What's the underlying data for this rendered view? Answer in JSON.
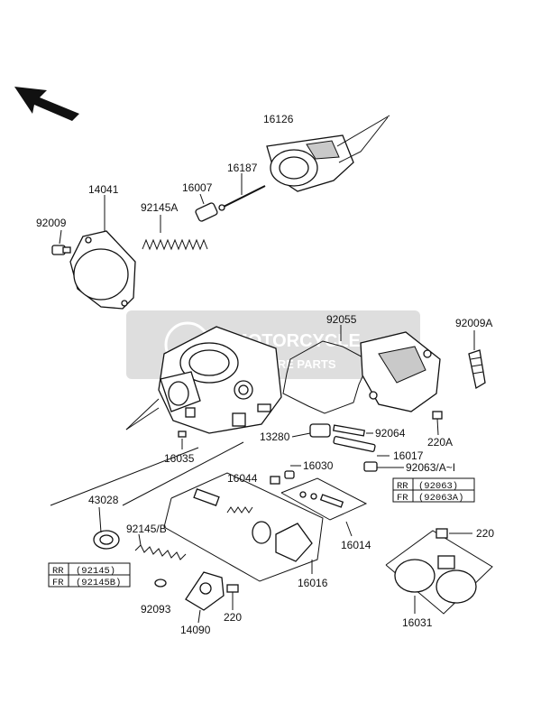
{
  "watermark": {
    "text_main": "MOTORCYCLE",
    "text_sub": "SPARE PARTS"
  },
  "labels": {
    "p16126": "16126",
    "p16187": "16187",
    "p16007": "16007",
    "p92145A": "92145A",
    "p14041": "14041",
    "p92009": "92009",
    "p92055": "92055",
    "p92009A": "92009A",
    "p92064": "92064",
    "p13280": "13280",
    "p220A": "220A",
    "p16017": "16017",
    "p16035": "16035",
    "p16030": "16030",
    "p92063": "92063/A~I",
    "p16044": "16044",
    "p43028": "43028",
    "p92145B": "92145/B",
    "p16014": "16014",
    "p220a": "220",
    "p16016": "16016",
    "p92093": "92093",
    "p220b": "220",
    "p14090": "14090",
    "p16031": "16031"
  },
  "variant_table_right": [
    {
      "model": "RR",
      "part": "(92063)"
    },
    {
      "model": "FR",
      "part": "(92063A)"
    }
  ],
  "variant_table_left": [
    {
      "model": "RR",
      "part": "(92145)"
    },
    {
      "model": "FR",
      "part": "(92145B)"
    }
  ]
}
